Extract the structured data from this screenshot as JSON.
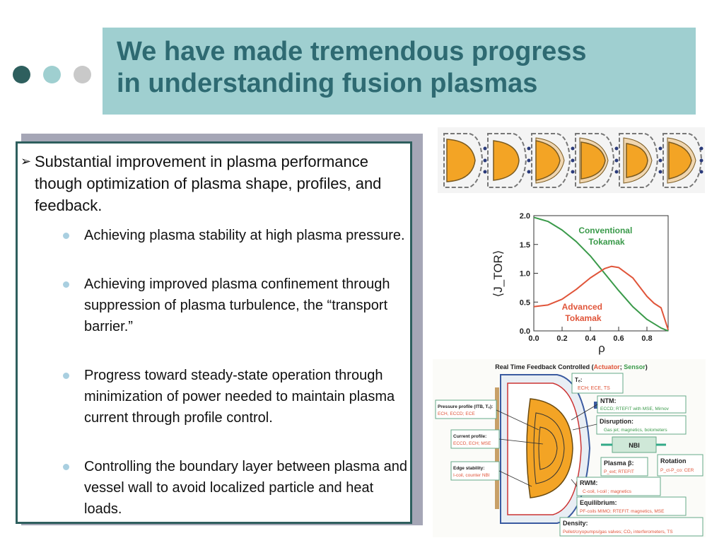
{
  "slide": {
    "title_line1": "We have made tremendous progress",
    "title_line2": "in understanding fusion plasmas",
    "accent_colors": {
      "title_box": "#9fcfd0",
      "title_text": "#2e6a72",
      "frame": "#2e5f5e"
    }
  },
  "bullets": {
    "main": "Substantial improvement in plasma performance though optimization of plasma shape, profiles, and feedback.",
    "sub": [
      "Achieving plasma stability at high plasma pressure.",
      "Achieving improved plasma confinement through suppression of plasma turbulence, the “transport barrier.”",
      "Progress toward steady-state operation through minimization of power needed to maintain plasma current through profile control.",
      "Controlling the boundary layer between plasma and vessel wall to avoid localized particle and heat loads."
    ]
  },
  "chart_data": {
    "type": "line",
    "xlabel": "ρ",
    "ylabel": "⟨J_TOR⟩",
    "xlim": [
      0.0,
      0.95
    ],
    "ylim": [
      0.0,
      2.0
    ],
    "xticks": [
      "0.0",
      "0.2",
      "0.4",
      "0.6",
      "0.8"
    ],
    "yticks": [
      "0.0",
      "0.5",
      "1.0",
      "1.5",
      "2.0"
    ],
    "series": [
      {
        "name": "Conventional Tokamak",
        "color": "#3a9a4a",
        "x": [
          0.0,
          0.1,
          0.2,
          0.3,
          0.4,
          0.5,
          0.6,
          0.7,
          0.8,
          0.9,
          0.95
        ],
        "y": [
          1.97,
          1.9,
          1.75,
          1.55,
          1.3,
          1.0,
          0.7,
          0.42,
          0.2,
          0.05,
          0.0
        ]
      },
      {
        "name": "Advanced Tokamak",
        "color": "#e0553a",
        "x": [
          0.0,
          0.1,
          0.2,
          0.3,
          0.4,
          0.5,
          0.55,
          0.6,
          0.7,
          0.8,
          0.85,
          0.9,
          0.95
        ],
        "y": [
          0.42,
          0.45,
          0.55,
          0.72,
          0.92,
          1.08,
          1.12,
          1.1,
          0.92,
          0.6,
          0.48,
          0.4,
          0.02
        ]
      }
    ]
  },
  "diagram": {
    "title_prefix": "Real Time Feedback Controlled (",
    "title_actuator": "Actuator",
    "title_sep": "; ",
    "title_sensor": "Sensor",
    "title_suffix": ")",
    "te_label": "Tₑ:",
    "te_items": "ECH; ECE, TS",
    "ntm_label": "NTM:",
    "ntm_items": "ECCD; RTEFIT with MSE, Mirnov",
    "disruption_label": "Disruption:",
    "disruption_items": "Gas jet; magnetics, bolometers",
    "pressure_label": "Pressure profile (ITB, Tₑ):",
    "pressure_items": "ECH, ECCD; ECE",
    "current_label": "Current profile:",
    "current_items": "ECCD, ECH; MSE",
    "nbi_label": "NBI",
    "beta_label": "Plasma β:",
    "beta_items": "P_ext; RTEFIT",
    "rotation_label": "Rotation",
    "rotation_items": "P_ct-P_co: CER",
    "edge_label": "Edge stability:",
    "edge_items": "I-coil, counter NBI",
    "rwm_label": "RWM:",
    "rwm_items": "C-coil, I-coil ; magnetics",
    "equilibrium_label": "Equilibrium:",
    "equilibrium_items": "PF-coils MIMO; RTEFIT: magnetics, MSE",
    "density_label": "Density:",
    "density_items": "Pellet/cryopumps/gas valves; CO₂ interferometers, TS"
  }
}
